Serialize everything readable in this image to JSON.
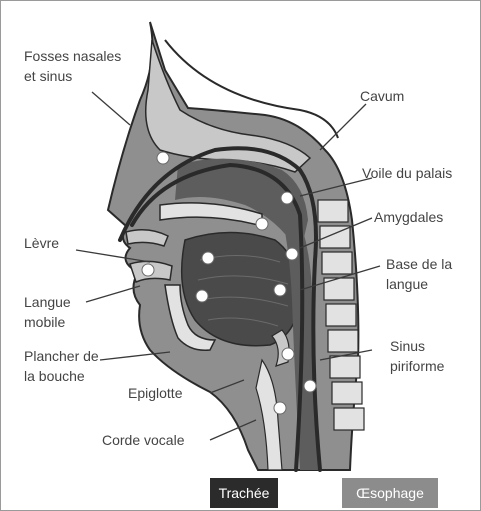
{
  "labels": {
    "fosses_line1": "Fosses nasales",
    "fosses_line2": "et sinus",
    "cavum": "Cavum",
    "voile": "Voile du palais",
    "amygdales": "Amygdales",
    "base_line1": "Base de la",
    "base_line2": "langue",
    "levre": "Lèvre",
    "langue_line1": "Langue",
    "langue_line2": "mobile",
    "plancher_line1": "Plancher de",
    "plancher_line2": "la bouche",
    "sinus_line1": "Sinus",
    "sinus_line2": "piriforme",
    "epiglotte": "Epiglotte",
    "corde": "Corde vocale"
  },
  "tags": {
    "trachee": "Trachée",
    "oesophage": "Œsophage"
  },
  "colors": {
    "trachee_bg": "#2b2b2b",
    "oesophage_bg": "#8c8c8c",
    "tissue_dark": "#5d5d5d",
    "tissue_mid": "#8f8f8f",
    "tissue_light": "#c8c8c8",
    "bone": "#e2e2e2",
    "outline": "#2a2a2a"
  }
}
